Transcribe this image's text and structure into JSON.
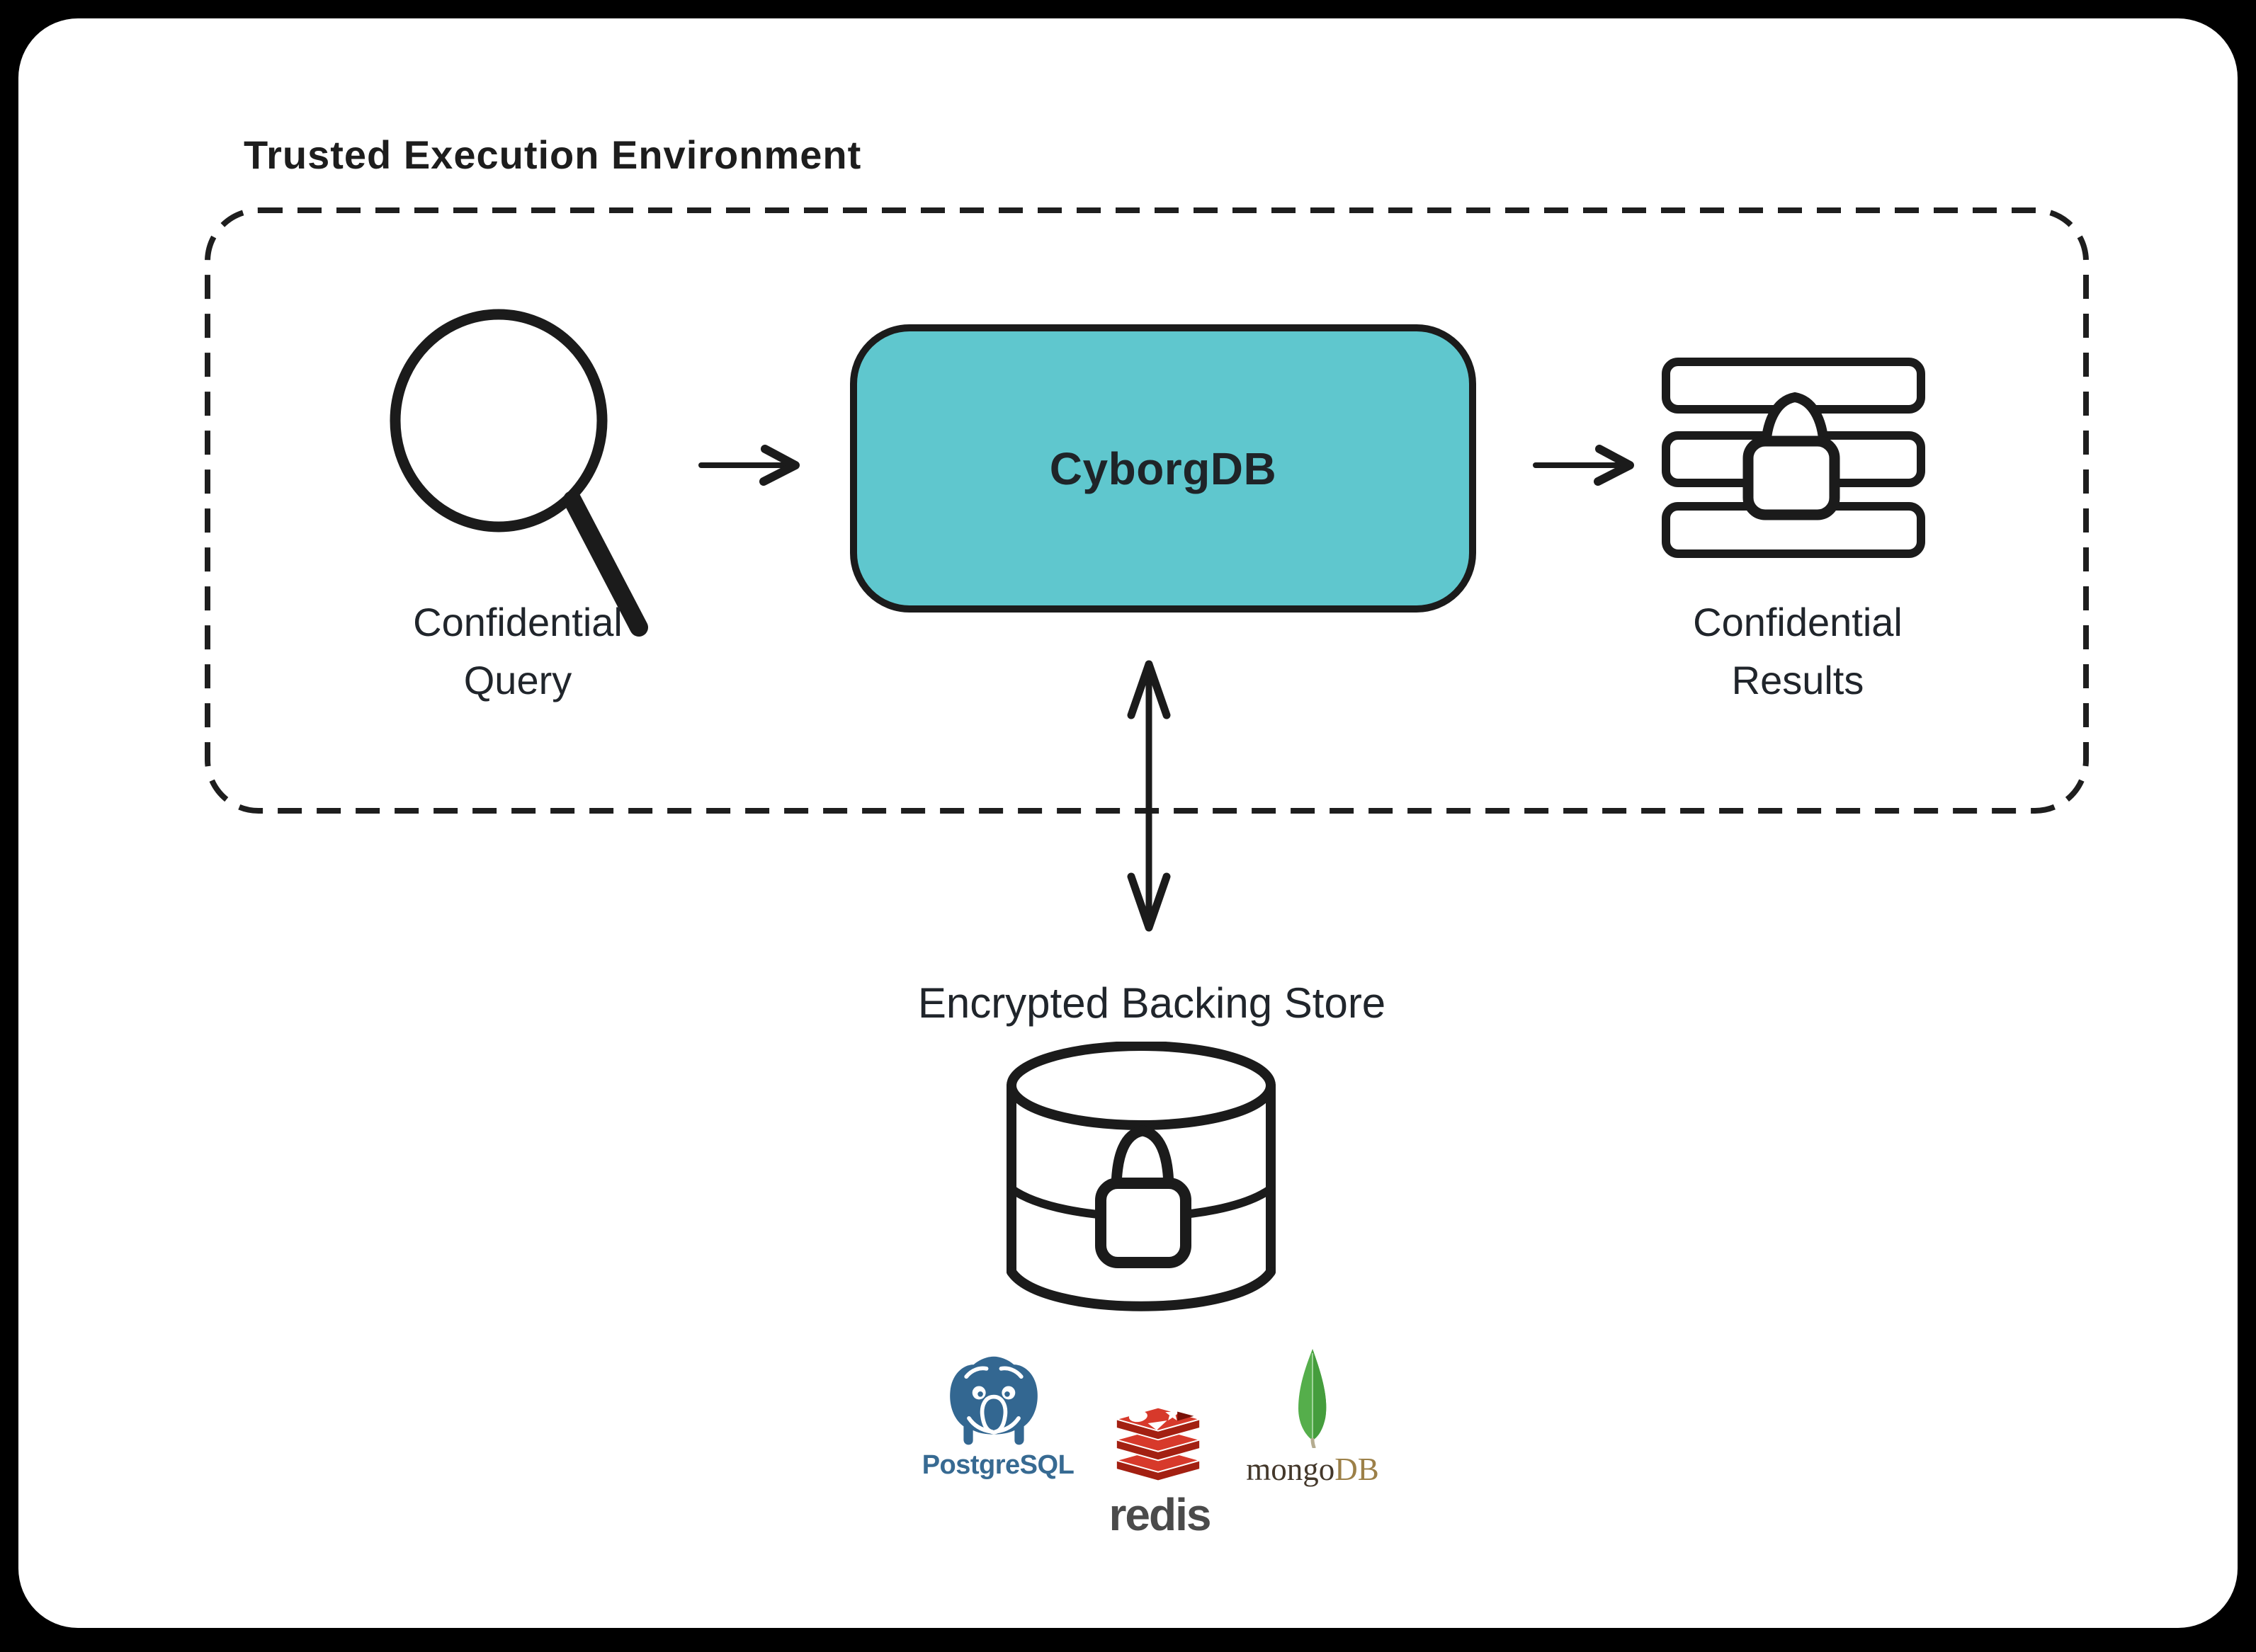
{
  "title": "Trusted Execution Environment",
  "tee": {
    "query_label_line1": "Confidential",
    "query_label_line2": "Query",
    "cyborgdb_label": "CyborgDB",
    "results_label_line1": "Confidential",
    "results_label_line2": "Results"
  },
  "backing_store": {
    "label": "Encrypted Backing Store"
  },
  "logos": {
    "postgresql": {
      "label": "PostgreSQL",
      "brand_color": "#376A92"
    },
    "redis": {
      "label": "redis",
      "brand_color": "#D7392B",
      "wordmark_color": "#4B4B4B"
    },
    "mongodb": {
      "wordmark_part1": "mongo",
      "wordmark_part2": "DB",
      "leaf_color": "#55AE4B",
      "wordmark_part1_color": "#44382B",
      "wordmark_part2_color": "#9C8048"
    }
  },
  "colors": {
    "ink": "#1E1E1E",
    "accent_teal": "#5FC7CE",
    "background": "#000000",
    "canvas": "#FFFFFF",
    "label_text": "#20252B"
  },
  "icons": {
    "query": "magnifier-icon",
    "results": "locked-list-icon",
    "backing_store": "locked-database-icon",
    "flow_left": "arrow-right-icon",
    "flow_right": "arrow-right-icon",
    "flow_down": "double-vertical-arrow-icon"
  }
}
